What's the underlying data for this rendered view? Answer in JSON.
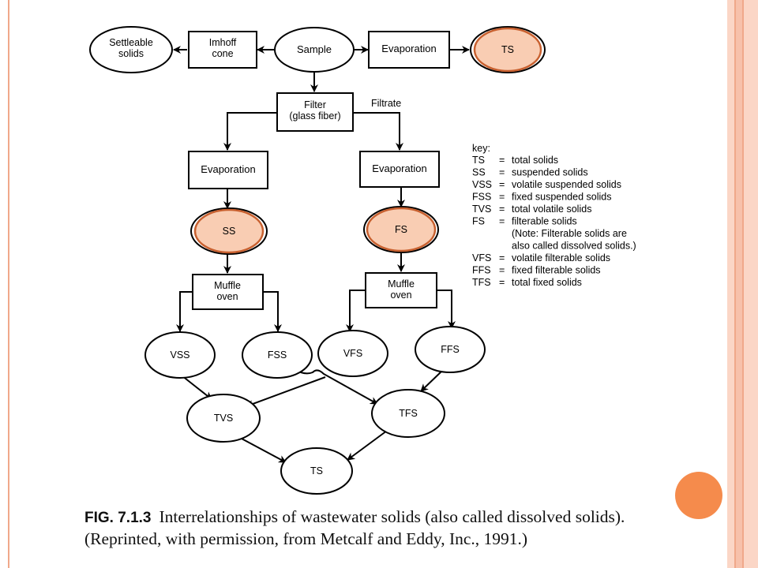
{
  "nodes": {
    "settleable": "Settleable\nsolids",
    "imhoff": "Imhoff\ncone",
    "sample": "Sample",
    "evap_top": "Evaporation",
    "ts_top": "TS",
    "filter": "Filter\n(glass fiber)",
    "filtrate_label": "Filtrate",
    "evap_left": "Evaporation",
    "evap_right": "Evaporation",
    "ss": "SS",
    "fs": "FS",
    "muffle_left": "Muffle\noven",
    "muffle_right": "Muffle\noven",
    "vss": "VSS",
    "fss": "FSS",
    "vfs": "VFS",
    "ffs": "FFS",
    "tvs": "TVS",
    "tfs": "TFS",
    "ts_bottom": "TS"
  },
  "key": {
    "title": "key:",
    "entries": [
      {
        "abbr": "TS",
        "eq": "=",
        "desc": "total solids"
      },
      {
        "abbr": "SS",
        "eq": "=",
        "desc": "suspended solids"
      },
      {
        "abbr": "VSS",
        "eq": "=",
        "desc": "volatile suspended solids"
      },
      {
        "abbr": "FSS",
        "eq": "=",
        "desc": "fixed suspended solids"
      },
      {
        "abbr": "TVS",
        "eq": "=",
        "desc": "total volatile solids"
      },
      {
        "abbr": "FS",
        "eq": "=",
        "desc": "filterable solids"
      },
      {
        "abbr": "",
        "eq": "",
        "desc": "(Note: Filterable solids are"
      },
      {
        "abbr": "",
        "eq": "",
        "desc": "also called dissolved solids.)"
      },
      {
        "abbr": "VFS",
        "eq": "=",
        "desc": "volatile filterable solids"
      },
      {
        "abbr": "FFS",
        "eq": "=",
        "desc": "fixed filterable solids"
      },
      {
        "abbr": "TFS",
        "eq": "=",
        "desc": "total fixed solids"
      }
    ]
  },
  "caption": {
    "fig_label": "FIG. 7.1.3",
    "text": "Interrelationships of wastewater solids (also called dissolved solids). (Reprinted, with permission, from Metcalf and Eddy, Inc., 1991.)"
  },
  "colors": {
    "highlight_fill": "#f9cdb3",
    "highlight_stroke": "#c8602f",
    "accent_circle": "#f58b4c",
    "frame_band": "#fbd6c6"
  }
}
